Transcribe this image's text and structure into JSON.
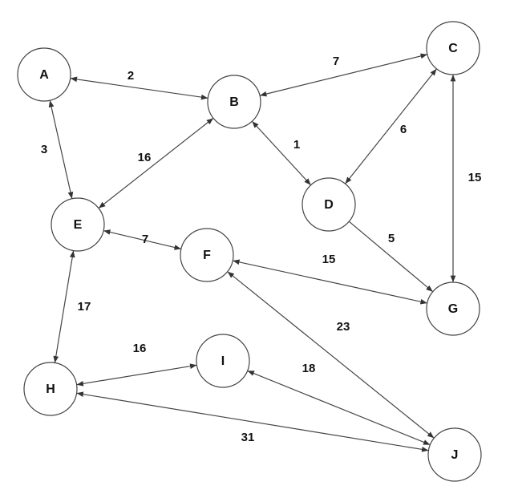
{
  "graph": {
    "nodes": [
      "A",
      "B",
      "C",
      "D",
      "E",
      "F",
      "G",
      "H",
      "I",
      "J"
    ],
    "edges": [
      {
        "from": "A",
        "to": "B",
        "weight": "2",
        "arrows": "both"
      },
      {
        "from": "B",
        "to": "C",
        "weight": "7",
        "arrows": "both"
      },
      {
        "from": "B",
        "to": "D",
        "weight": "1",
        "arrows": "both"
      },
      {
        "from": "C",
        "to": "D",
        "weight": "6",
        "arrows": "both"
      },
      {
        "from": "C",
        "to": "G",
        "weight": "15",
        "arrows": "both"
      },
      {
        "from": "D",
        "to": "G",
        "weight": "5",
        "arrows": "end"
      },
      {
        "from": "A",
        "to": "E",
        "weight": "3",
        "arrows": "both"
      },
      {
        "from": "B",
        "to": "E",
        "weight": "16",
        "arrows": "both"
      },
      {
        "from": "E",
        "to": "F",
        "weight": "7",
        "arrows": "both"
      },
      {
        "from": "F",
        "to": "G",
        "weight": "15",
        "arrows": "both"
      },
      {
        "from": "E",
        "to": "H",
        "weight": "17",
        "arrows": "both"
      },
      {
        "from": "F",
        "to": "J",
        "weight": "23",
        "arrows": "both"
      },
      {
        "from": "H",
        "to": "I",
        "weight": "16",
        "arrows": "both"
      },
      {
        "from": "I",
        "to": "J",
        "weight": "18",
        "arrows": "both"
      },
      {
        "from": "H",
        "to": "J",
        "weight": "31",
        "arrows": "both"
      }
    ],
    "colors": {
      "stroke": "#444444",
      "text": "#111111"
    }
  }
}
